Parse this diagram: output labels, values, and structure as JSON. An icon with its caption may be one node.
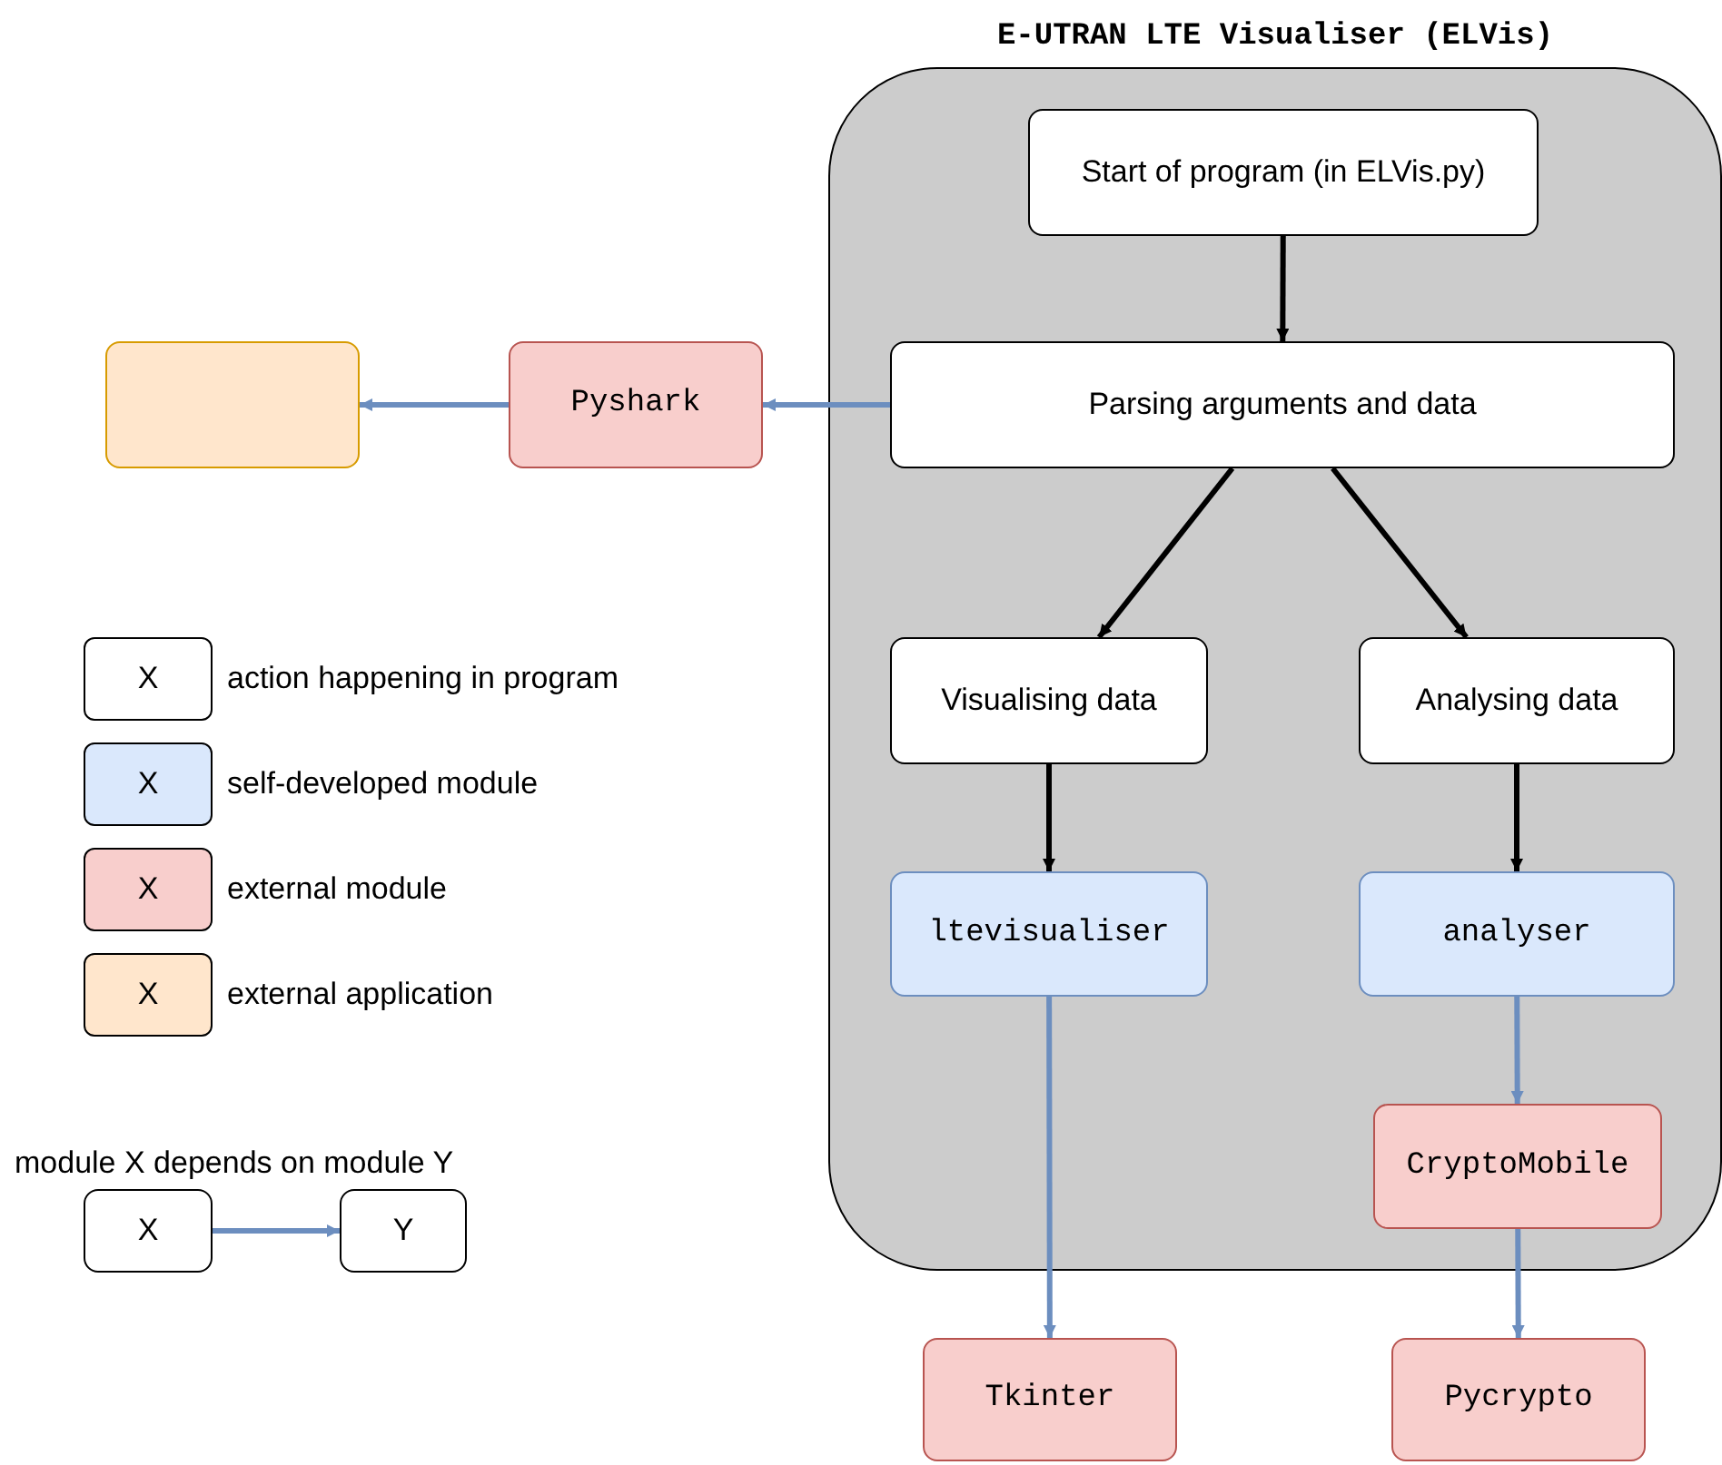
{
  "diagram": {
    "nodes": [
      {
        "text": [
          "E-UTRAN LTE Visualiser (ELVis)"
        ]
      },
      {
        "text": [
          "Start of program (in ELVis.py)"
        ],
        "in": 0
      },
      {
        "text": [
          "Parsing arguments and data"
        ],
        "in": 0
      },
      {
        "text": [
          "Visualising data"
        ],
        "in": 0
      },
      {
        "text": [
          "Analysing data"
        ],
        "in": 0
      },
      {
        "text": [
          "ltevisualiser"
        ],
        "in": 0
      },
      {
        "text": [
          "analyser"
        ],
        "in": 0
      },
      {
        "text": [
          "CryptoMobile"
        ],
        "in": 0
      },
      {
        "text": [
          "Pyshark"
        ]
      },
      {
        "text": [],
        "shape": "box"
      },
      {
        "text": [
          "Tkinter"
        ]
      },
      {
        "text": [
          "Pycrypto"
        ]
      },
      {
        "text": [
          "X"
        ]
      },
      {
        "text": [
          "Y"
        ]
      }
    ],
    "edges": [
      {
        "from": 1,
        "to": 2,
        "arrow": "to",
        "color": "#000000"
      },
      {
        "from": 2,
        "to": 3,
        "arrow": "to",
        "color": "#000000"
      },
      {
        "from": 2,
        "to": 4,
        "arrow": "to",
        "color": "#000000"
      },
      {
        "from": 3,
        "to": 5,
        "arrow": "to",
        "color": "#000000"
      },
      {
        "from": 4,
        "to": 6,
        "arrow": "to",
        "color": "#000000"
      },
      {
        "from": 2,
        "to": 8,
        "arrow": "to"
      },
      {
        "from": 8,
        "to": 9,
        "arrow": "to"
      },
      {
        "from": 5,
        "to": 10,
        "arrow": "to"
      },
      {
        "from": 6,
        "to": 7,
        "arrow": "to"
      },
      {
        "from": 7,
        "to": 11,
        "arrow": "to"
      },
      {
        "from": 12,
        "to": 13,
        "arrow": "to"
      }
    ],
    "labels": [
      "X",
      "X",
      "X",
      "X",
      "module X depends on module Y"
    ],
    "legend": [
      {
        "text": "action happening in program",
        "color": "#ffffff"
      },
      {
        "text": "self-developed module",
        "color": "#dae8fc"
      },
      {
        "text": "external module",
        "color": "#f8cecc"
      },
      {
        "text": "external application",
        "color": "#ffe6cc"
      }
    ]
  }
}
